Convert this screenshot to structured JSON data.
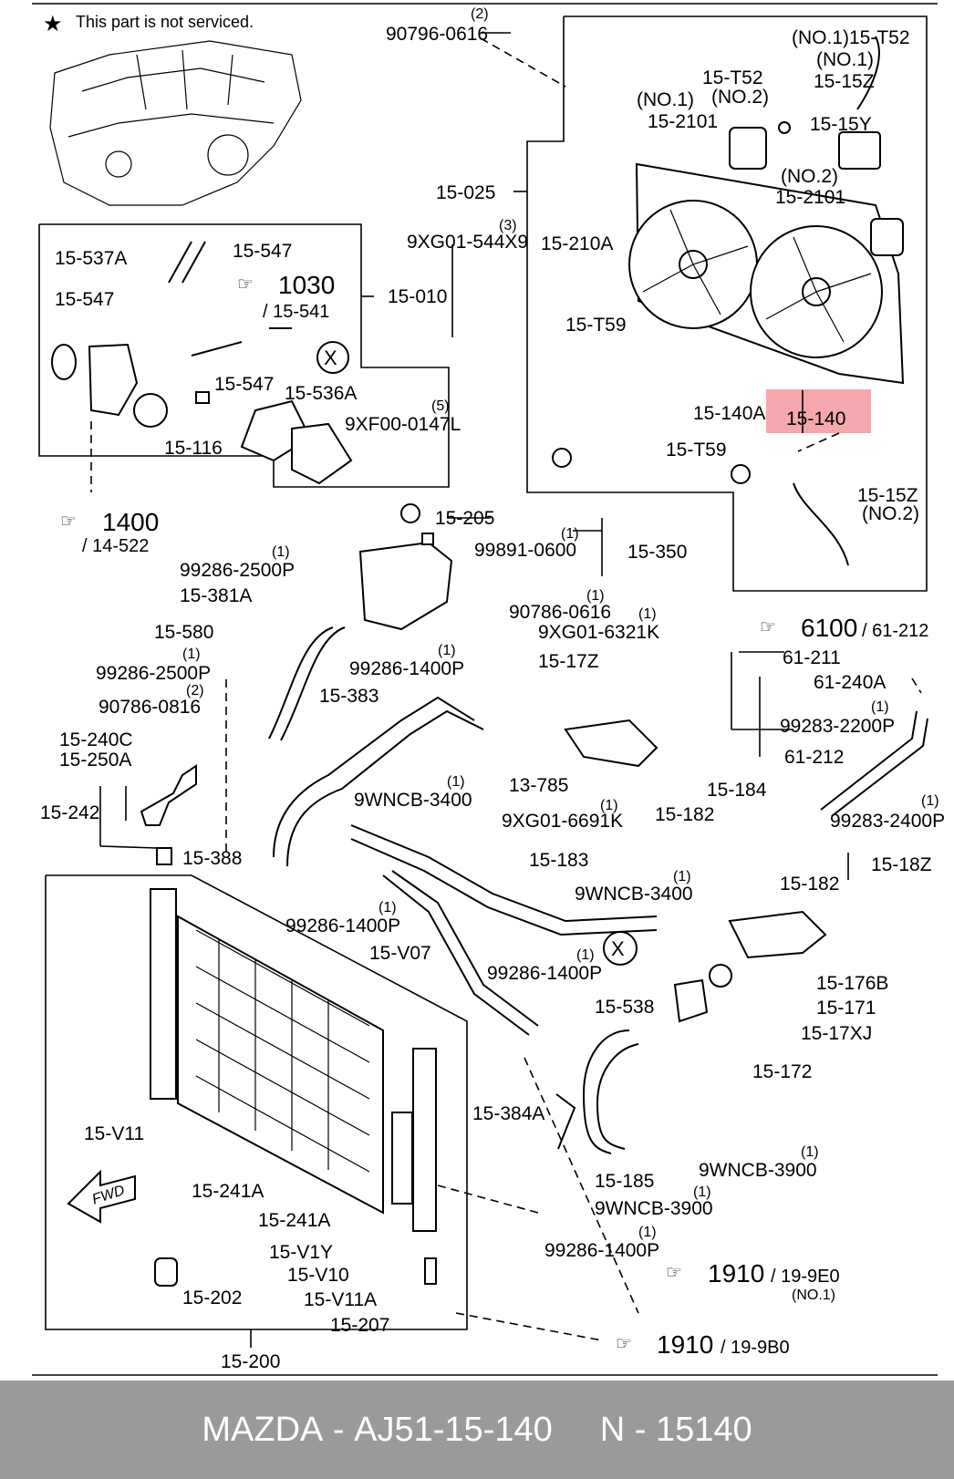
{
  "header": {
    "note": "This part is not serviced."
  },
  "highlight": {
    "label": "15-140",
    "color": "#f4a8ad"
  },
  "labels": {
    "l_90796": "90796-0616",
    "q_90796": "(2)",
    "l_nt52_1": "(NO.1)15-T52",
    "l_no1_b": "(NO.1)",
    "l_15z": "15-15Z",
    "l_t52": "15-T52",
    "l_no2_a": "(NO.2)",
    "l_no1_c": "(NO.1)",
    "l_2101_1": "15-2101",
    "l_15y": "15-15Y",
    "l_no2_b": "(NO.2)",
    "l_2101_2": "15-2101",
    "l_025": "15-025",
    "l_544": "9XG01-544X9",
    "q_544": "(3)",
    "l_210a": "15-210A",
    "l_t59_1": "15-T59",
    "l_140a": "15-140A",
    "l_t59_2": "15-T59",
    "l_15z2": "15-15Z",
    "l_no2_c": "(NO.2)",
    "l_537a": "15-537A",
    "l_547a": "15-547",
    "l_547b": "15-547",
    "r_1030": "1030",
    "r_1030_sub": "/ 15-541",
    "l_010": "15-010",
    "l_547c": "15-547",
    "l_536a": "15-536A",
    "l_147l": "9XF00-0147L",
    "q_147l": "(5)",
    "l_116": "15-116",
    "r_1400": "1400",
    "r_1400_sub": "/ 14-522",
    "l_205": "15-205",
    "l_99891": "99891-0600",
    "q_99891": "(1)",
    "l_350": "15-350",
    "l_2500a": "99286-2500P",
    "q_2500a": "(1)",
    "l_381a": "15-381A",
    "l_580": "15-580",
    "l_2500b": "99286-2500P",
    "q_2500b": "(1)",
    "l_90786_16": "90786-0616",
    "q_90786_16": "(1)",
    "l_6321": "9XG01-6321K",
    "q_6321": "(1)",
    "r_6100": "6100",
    "r_6100_sub": "/ 61-212",
    "l_61211": "61-211",
    "l_61240a": "61-240A",
    "l_2200": "99283-2200P",
    "q_2200": "(1)",
    "l_61212": "61-212",
    "l_1400a": "99286-1400P",
    "q_1400a": "(1)",
    "l_383": "15-383",
    "l_17z": "15-17Z",
    "l_0816": "90786-0816",
    "q_0816": "(2)",
    "l_240c": "15-240C",
    "l_250a": "15-250A",
    "l_242": "15-242",
    "l_3400a": "9WNCB-3400",
    "q_3400a": "(1)",
    "l_13785": "13-785",
    "l_6691": "9XG01-6691K",
    "q_6691": "(1)",
    "l_184": "15-184",
    "l_182a": "15-182",
    "l_2400": "99283-2400P",
    "q_2400": "(1)",
    "l_388": "15-388",
    "l_183": "15-183",
    "l_18z": "15-18Z",
    "l_3400b": "9WNCB-3400",
    "q_3400b": "(1)",
    "l_182b": "15-182",
    "l_1400b": "99286-1400P",
    "q_1400b": "(1)",
    "l_v07": "15-V07",
    "l_1400c": "99286-1400P",
    "q_1400c": "(1)",
    "l_176b": "15-176B",
    "l_538": "15-538",
    "l_171": "15-171",
    "l_17xj": "15-17XJ",
    "l_172": "15-172",
    "l_v11": "15-V11",
    "l_384a": "15-384A",
    "l_3900a": "9WNCB-3900",
    "q_3900a": "(1)",
    "l_185": "15-185",
    "l_3900b": "9WNCB-3900",
    "q_3900b": "(1)",
    "l_241a_1": "15-241A",
    "l_241a_2": "15-241A",
    "l_1400d": "99286-1400P",
    "q_1400d": "(1)",
    "l_v1y": "15-V1Y",
    "l_v10": "15-V10",
    "r_1910a": "1910",
    "r_1910a_sub": "/ 19-9E0",
    "l_no1_d": "(NO.1)",
    "l_202": "15-202",
    "l_v11a": "15-V11A",
    "l_207": "15-207",
    "r_1910b": "1910",
    "r_1910b_sub": "/ 19-9B0",
    "l_200": "15-200",
    "fwd": "FWD"
  },
  "footer": {
    "brand": "MAZDA",
    "part_no": "AJ51-15-140",
    "alt": "N - 15140",
    "sep": " - "
  }
}
